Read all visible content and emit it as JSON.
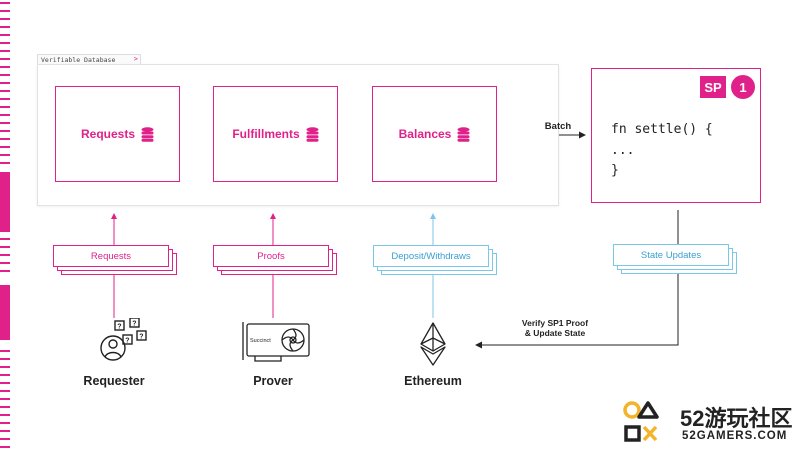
{
  "database": {
    "tab_label": "Verifiable Database",
    "tab_arrow": ">",
    "boxes": [
      {
        "label": "Requests",
        "icon": "database-icon"
      },
      {
        "label": "Fulfillments",
        "icon": "database-icon"
      },
      {
        "label": "Balances",
        "icon": "database-icon"
      }
    ]
  },
  "batch_label": "Batch",
  "sp1": {
    "badge_text": "SP",
    "badge_num": "1",
    "code_lines": [
      "fn settle() {",
      "...",
      "}"
    ]
  },
  "stacks": [
    {
      "label": "Requests",
      "color": "#e0218a"
    },
    {
      "label": "Proofs",
      "color": "#e0218a"
    },
    {
      "label": "Deposit/Withdraws",
      "color": "#3a9fd1"
    },
    {
      "label": "State Updates",
      "color": "#3a9fd1"
    }
  ],
  "verify_note": [
    "Verify SP1 Proof",
    "& Update State"
  ],
  "actors": [
    {
      "label": "Requester",
      "icon": "requester-icon"
    },
    {
      "label": "Prover",
      "icon": "gpu-card-icon",
      "card_text": "Succinct"
    },
    {
      "label": "Ethereum",
      "icon": "ethereum-icon"
    }
  ],
  "watermark": {
    "brand": "52游玩社区",
    "domain": "52GAMERS.COM"
  },
  "colors": {
    "accent": "#e0218a",
    "blue": "#3a9fd1",
    "light_blue": "#7cc6e8"
  }
}
